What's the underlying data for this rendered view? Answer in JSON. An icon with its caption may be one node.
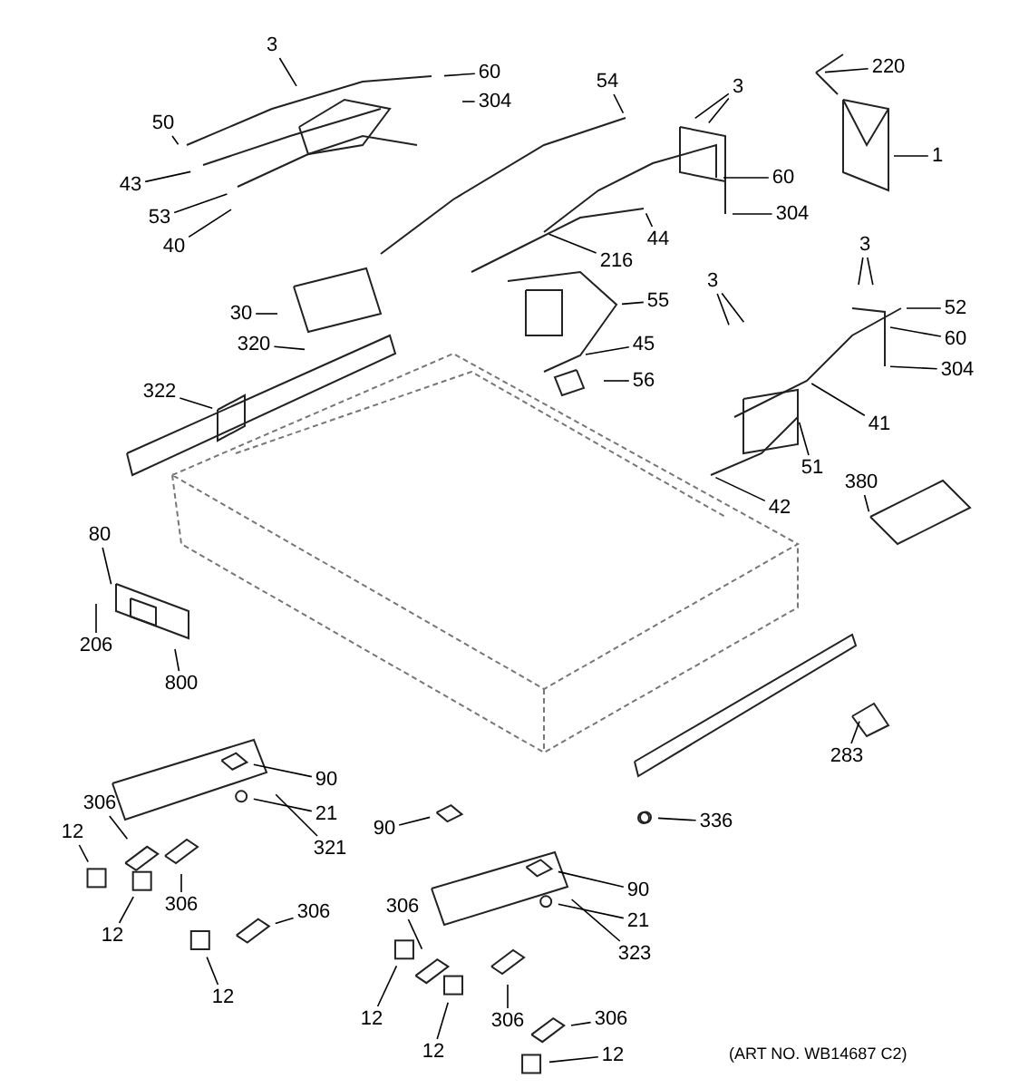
{
  "diagram": {
    "nodes": [
      {
        "text": [
          "3"
        ]
      },
      {
        "text": [
          "60"
        ]
      },
      {
        "text": [
          "304"
        ]
      },
      {
        "text": [
          "50"
        ]
      },
      {
        "text": [
          "43"
        ]
      },
      {
        "text": [
          "53"
        ]
      },
      {
        "text": [
          "40"
        ]
      },
      {
        "text": [
          "54"
        ]
      },
      {
        "text": [
          "3"
        ]
      },
      {
        "text": [
          "220"
        ]
      },
      {
        "text": [
          "1"
        ]
      },
      {
        "text": [
          "60"
        ]
      },
      {
        "text": [
          "304"
        ]
      },
      {
        "text": [
          "44"
        ]
      },
      {
        "text": [
          "216"
        ]
      },
      {
        "text": [
          "30"
        ]
      },
      {
        "text": [
          "320"
        ]
      },
      {
        "text": [
          "55"
        ]
      },
      {
        "text": [
          "45"
        ]
      },
      {
        "text": [
          "56"
        ]
      },
      {
        "text": [
          "3"
        ]
      },
      {
        "text": [
          "3"
        ]
      },
      {
        "text": [
          "52"
        ]
      },
      {
        "text": [
          "60"
        ]
      },
      {
        "text": [
          "304"
        ]
      },
      {
        "text": [
          "41"
        ]
      },
      {
        "text": [
          "51"
        ]
      },
      {
        "text": [
          "42"
        ]
      },
      {
        "text": [
          "380"
        ]
      },
      {
        "text": [
          "322"
        ]
      },
      {
        "text": [
          "80"
        ]
      },
      {
        "text": [
          "206"
        ]
      },
      {
        "text": [
          "800"
        ]
      },
      {
        "text": [
          "283"
        ]
      },
      {
        "text": [
          "90"
        ]
      },
      {
        "text": [
          "21"
        ]
      },
      {
        "text": [
          "321"
        ]
      },
      {
        "text": [
          "306"
        ]
      },
      {
        "text": [
          "12"
        ]
      },
      {
        "text": [
          "306"
        ]
      },
      {
        "text": [
          "12"
        ]
      },
      {
        "text": [
          "306"
        ]
      },
      {
        "text": [
          "12"
        ]
      },
      {
        "text": [
          "336"
        ]
      },
      {
        "text": [
          "90"
        ]
      },
      {
        "text": [
          "90"
        ]
      },
      {
        "text": [
          "21"
        ]
      },
      {
        "text": [
          "323"
        ]
      },
      {
        "text": [
          "306"
        ]
      },
      {
        "text": [
          "12"
        ]
      },
      {
        "text": [
          "306"
        ]
      },
      {
        "text": [
          "12"
        ]
      },
      {
        "text": [
          "306"
        ]
      },
      {
        "text": [
          "12"
        ]
      }
    ],
    "edges": [
      {
        "from": 0,
        "to": null,
        "arrow": "none"
      },
      {
        "from": 1,
        "to": null,
        "arrow": "none"
      },
      {
        "from": 2,
        "to": null,
        "arrow": "none"
      },
      {
        "from": 3,
        "to": null,
        "arrow": "none"
      },
      {
        "from": 4,
        "to": null,
        "arrow": "none"
      },
      {
        "from": 5,
        "to": null,
        "arrow": "none"
      },
      {
        "from": 6,
        "to": null,
        "arrow": "none"
      },
      {
        "from": 7,
        "to": null,
        "arrow": "none"
      },
      {
        "from": 8,
        "to": null,
        "arrow": "none"
      },
      {
        "from": 8,
        "to": null,
        "arrow": "none"
      },
      {
        "from": 9,
        "to": null,
        "arrow": "none"
      },
      {
        "from": 10,
        "to": null,
        "arrow": "none"
      },
      {
        "from": 11,
        "to": null,
        "arrow": "none"
      },
      {
        "from": 12,
        "to": null,
        "arrow": "none"
      },
      {
        "from": 13,
        "to": null,
        "arrow": "none"
      },
      {
        "from": 14,
        "to": null,
        "arrow": "none"
      },
      {
        "from": 15,
        "to": null,
        "arrow": "none"
      },
      {
        "from": 16,
        "to": null,
        "arrow": "none"
      },
      {
        "from": 17,
        "to": null,
        "arrow": "none"
      },
      {
        "from": 18,
        "to": null,
        "arrow": "none"
      },
      {
        "from": 19,
        "to": null,
        "arrow": "none"
      },
      {
        "from": 20,
        "to": null,
        "arrow": "none"
      },
      {
        "from": 20,
        "to": null,
        "arrow": "none"
      },
      {
        "from": 21,
        "to": null,
        "arrow": "none"
      },
      {
        "from": 21,
        "to": null,
        "arrow": "none"
      },
      {
        "from": 22,
        "to": null,
        "arrow": "none"
      },
      {
        "from": 23,
        "to": null,
        "arrow": "none"
      },
      {
        "from": 24,
        "to": null,
        "arrow": "none"
      },
      {
        "from": 25,
        "to": null,
        "arrow": "none"
      },
      {
        "from": 26,
        "to": null,
        "arrow": "none"
      },
      {
        "from": 27,
        "to": null,
        "arrow": "none"
      },
      {
        "from": 28,
        "to": null,
        "arrow": "none"
      },
      {
        "from": 29,
        "to": null,
        "arrow": "none"
      },
      {
        "from": 30,
        "to": null,
        "arrow": "none"
      },
      {
        "from": 31,
        "to": null,
        "arrow": "none"
      },
      {
        "from": 32,
        "to": null,
        "arrow": "none"
      },
      {
        "from": 33,
        "to": null,
        "arrow": "none"
      },
      {
        "from": 34,
        "to": null,
        "arrow": "none"
      },
      {
        "from": 35,
        "to": null,
        "arrow": "none"
      },
      {
        "from": 36,
        "to": null,
        "arrow": "none"
      },
      {
        "from": 37,
        "to": null,
        "arrow": "none"
      },
      {
        "from": 38,
        "to": null,
        "arrow": "none"
      },
      {
        "from": 39,
        "to": null,
        "arrow": "none"
      },
      {
        "from": 40,
        "to": null,
        "arrow": "none"
      },
      {
        "from": 41,
        "to": null,
        "arrow": "none"
      },
      {
        "from": 42,
        "to": null,
        "arrow": "none"
      },
      {
        "from": 43,
        "to": null,
        "arrow": "none"
      },
      {
        "from": 44,
        "to": null,
        "arrow": "none"
      },
      {
        "from": 45,
        "to": null,
        "arrow": "none"
      },
      {
        "from": 46,
        "to": null,
        "arrow": "none"
      },
      {
        "from": 47,
        "to": null,
        "arrow": "none"
      },
      {
        "from": 48,
        "to": null,
        "arrow": "none"
      },
      {
        "from": 49,
        "to": null,
        "arrow": "none"
      },
      {
        "from": 50,
        "to": null,
        "arrow": "none"
      },
      {
        "from": 51,
        "to": null,
        "arrow": "none"
      },
      {
        "from": 52,
        "to": null,
        "arrow": "none"
      },
      {
        "from": 53,
        "to": null,
        "arrow": "none"
      }
    ],
    "labels": [
      "(ART NO. WB14687 C2)"
    ]
  }
}
